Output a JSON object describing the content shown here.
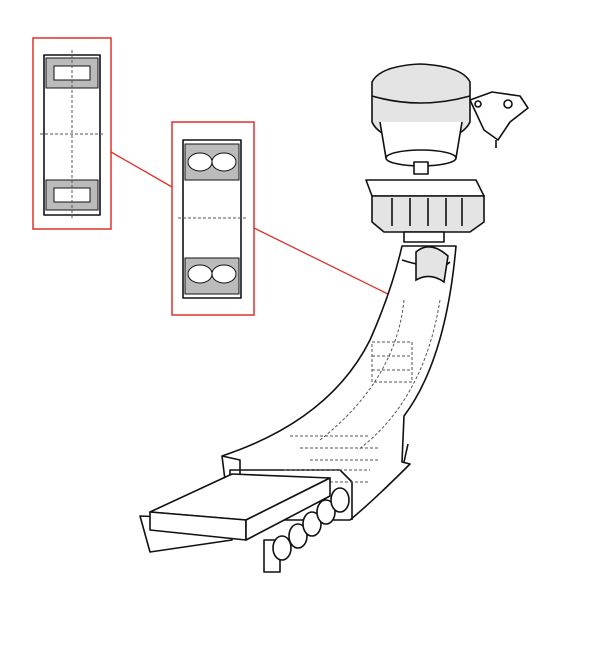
{
  "colors": {
    "callout": "#e0302a",
    "line": "#111111",
    "background": "#ffffff"
  },
  "figure": {
    "subject": "continuous-casting-segment",
    "insets": [
      "cylindrical-roller-bearing",
      "spherical-roller-bearing"
    ]
  }
}
